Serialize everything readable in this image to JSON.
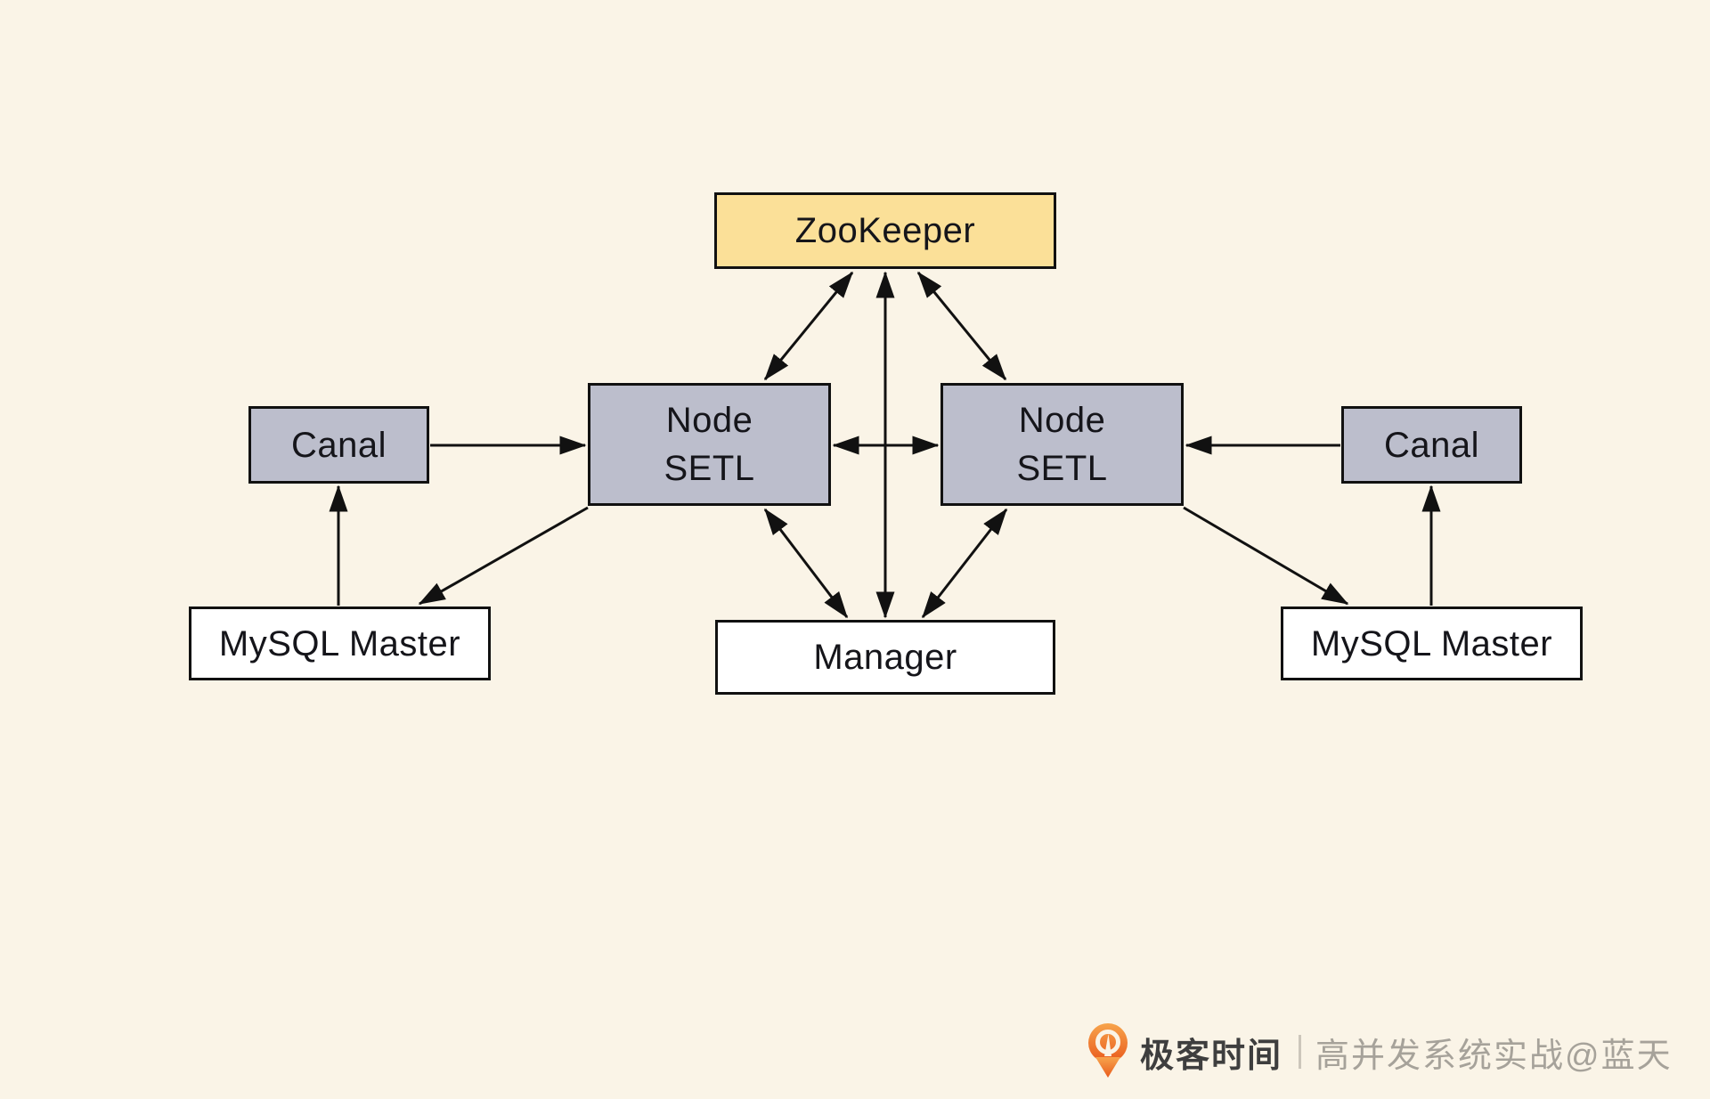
{
  "diagram": {
    "nodes": {
      "zookeeper": {
        "label": "ZooKeeper",
        "fill": "#FBE098"
      },
      "node_setl_left": {
        "line1": "Node",
        "line2": "SETL",
        "fill": "#BCBECC"
      },
      "node_setl_right": {
        "line1": "Node",
        "line2": "SETL",
        "fill": "#BCBECC"
      },
      "canal_left": {
        "label": "Canal",
        "fill": "#BCBECC"
      },
      "canal_right": {
        "label": "Canal",
        "fill": "#BCBECC"
      },
      "mysql_master_left": {
        "label": "MySQL Master",
        "fill": "#FFFFFF"
      },
      "mysql_master_right": {
        "label": "MySQL Master",
        "fill": "#FFFFFF"
      },
      "manager": {
        "label": "Manager",
        "fill": "#FFFFFF"
      }
    },
    "edges": [
      {
        "from": "zookeeper",
        "to": "node_setl_left",
        "arrows": "both"
      },
      {
        "from": "zookeeper",
        "to": "node_setl_right",
        "arrows": "both"
      },
      {
        "from": "zookeeper",
        "to": "manager",
        "arrows": "both"
      },
      {
        "from": "node_setl_left",
        "to": "node_setl_right",
        "arrows": "both"
      },
      {
        "from": "canal_left",
        "to": "node_setl_left",
        "arrows": "to"
      },
      {
        "from": "canal_right",
        "to": "node_setl_right",
        "arrows": "to"
      },
      {
        "from": "mysql_master_left",
        "to": "canal_left",
        "arrows": "to"
      },
      {
        "from": "mysql_master_right",
        "to": "canal_right",
        "arrows": "to"
      },
      {
        "from": "node_setl_left",
        "to": "mysql_master_left",
        "arrows": "to"
      },
      {
        "from": "node_setl_right",
        "to": "mysql_master_right",
        "arrows": "to"
      },
      {
        "from": "node_setl_left",
        "to": "manager",
        "arrows": "both"
      },
      {
        "from": "node_setl_right",
        "to": "manager",
        "arrows": "both"
      }
    ],
    "colors": {
      "background": "#FAF4E7",
      "zookeeper_fill": "#FBE098",
      "gray_fill": "#BCBECC",
      "white_fill": "#FFFFFF",
      "line": "#111111"
    }
  },
  "footer": {
    "brand": "极客时间",
    "course": "高并发系统实战@蓝天",
    "brand_color": "#3E3E3E",
    "course_color": "#A6A29A",
    "logo_orange": "#EE6A20"
  }
}
